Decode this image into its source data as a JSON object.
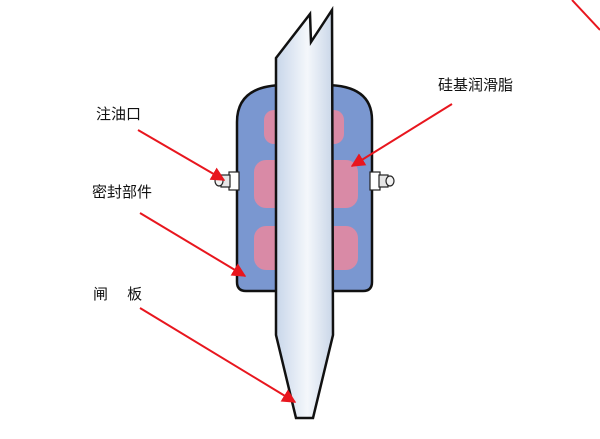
{
  "labels": {
    "silicone_grease": "硅基润滑脂",
    "grease_inlet": "注油口",
    "seal_component": "密封部件",
    "gate_plate": "闸    板"
  },
  "colors": {
    "arrow": "#e8161e",
    "seal_housing": "#7a97d0",
    "grease_pocket": "#d98aa6",
    "gate_plate": "#d6e1ee",
    "outline": "#111111"
  },
  "icons": {
    "grease_nipple": "grease-nipple-icon"
  }
}
